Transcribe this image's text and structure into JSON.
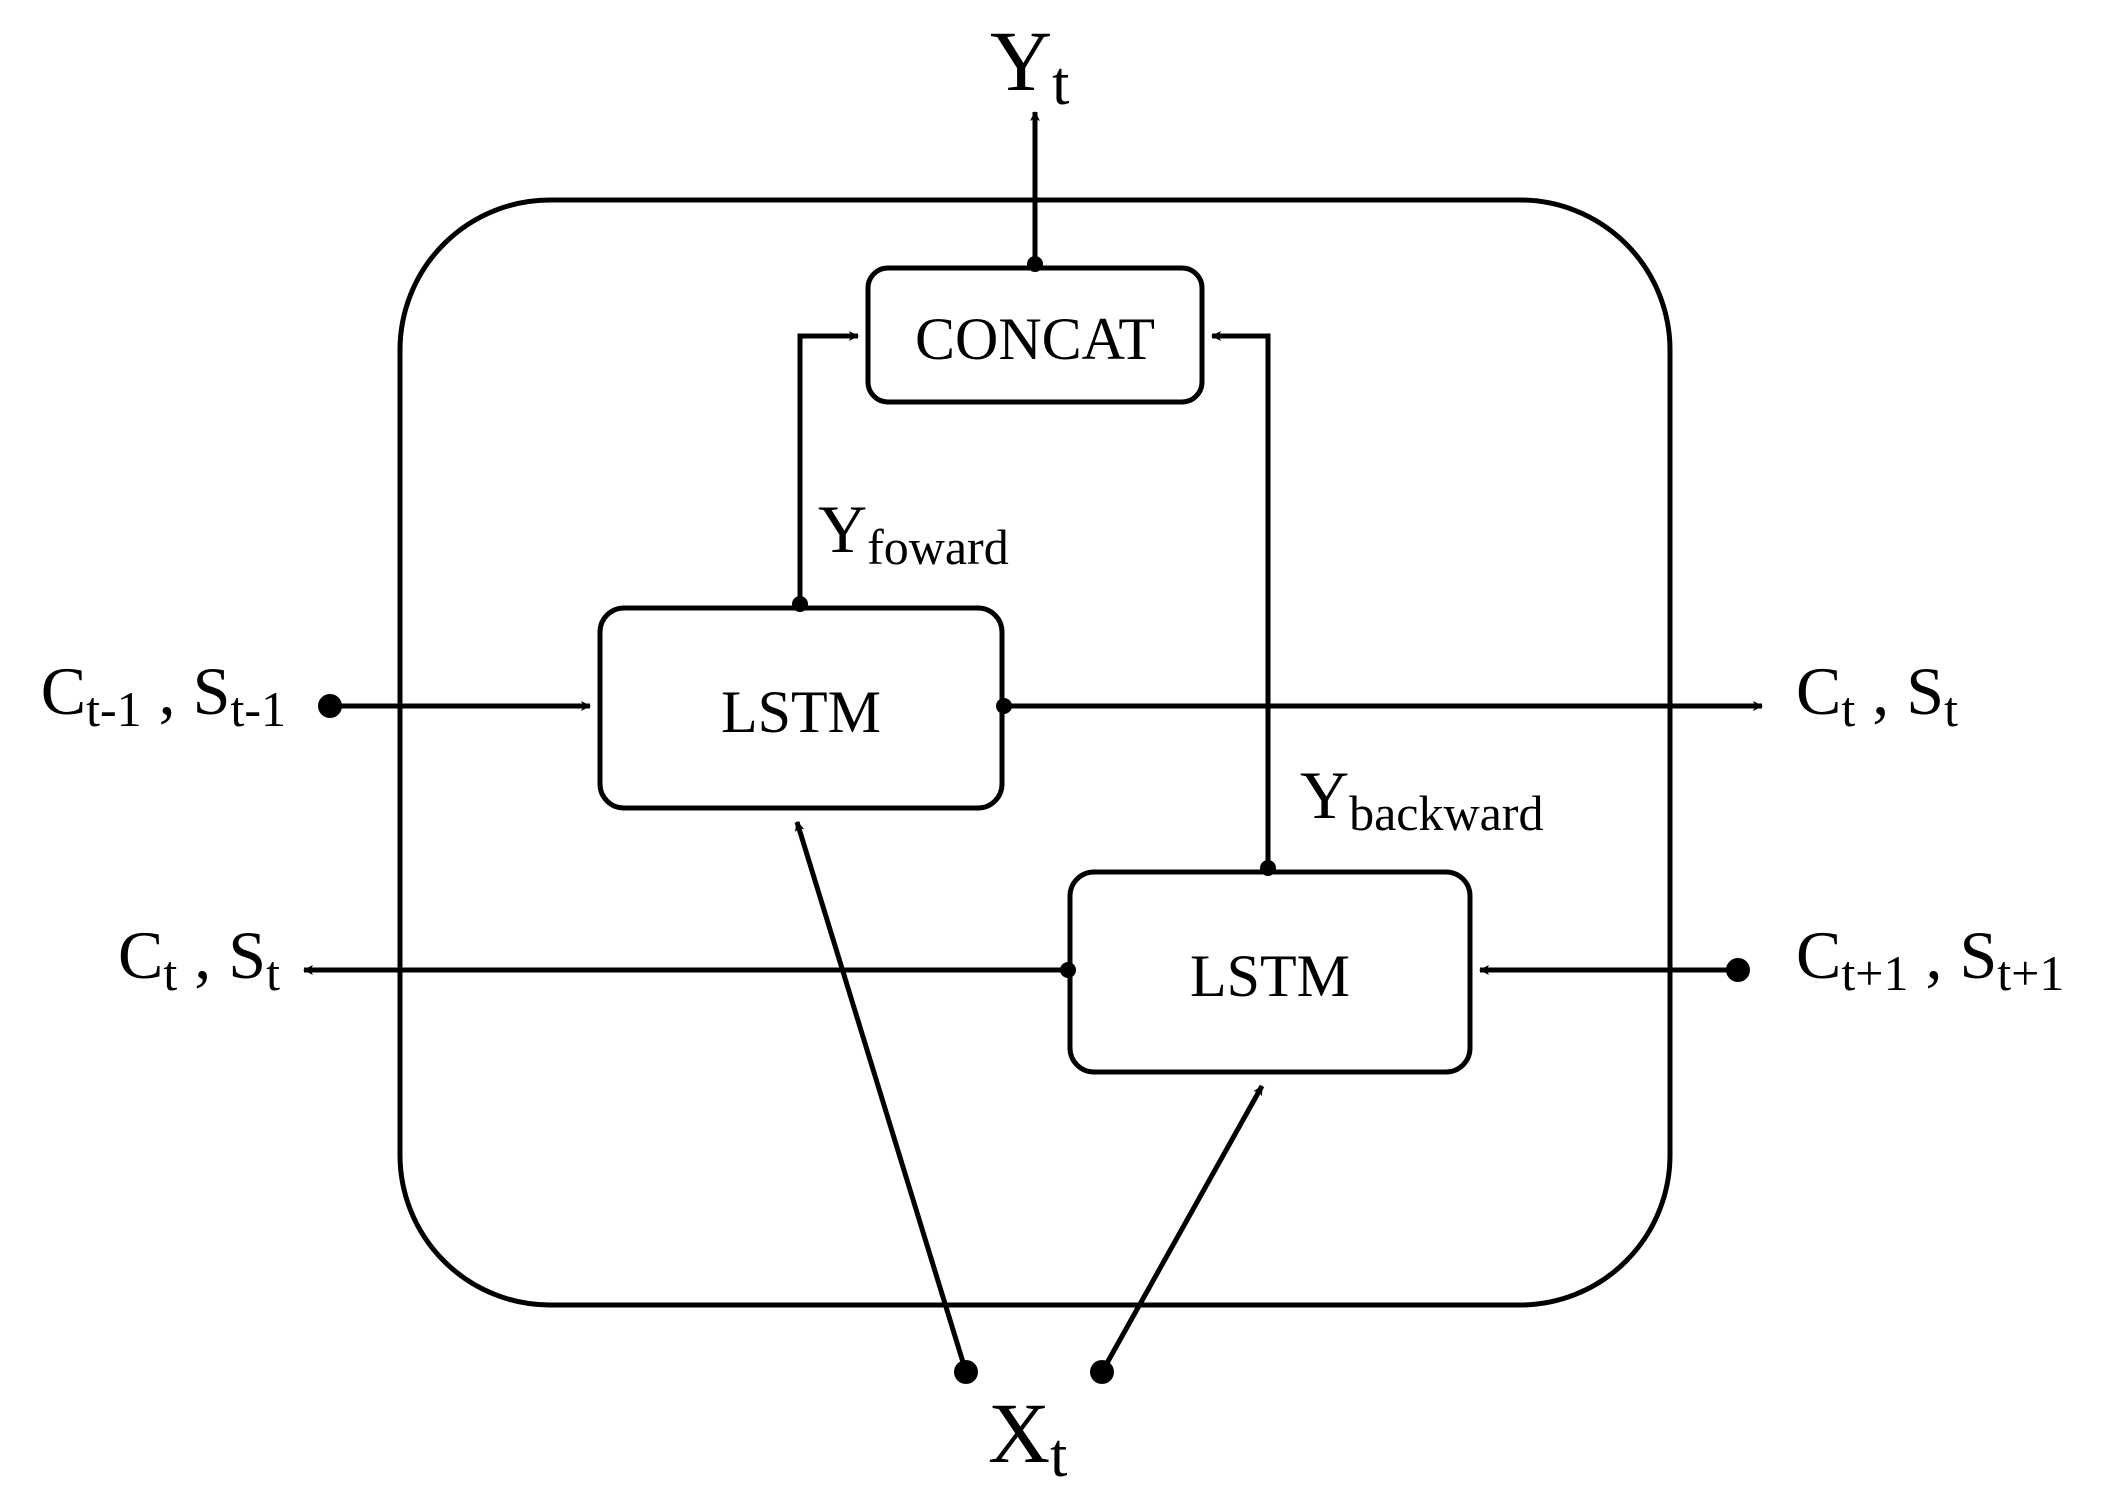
{
  "diagram": {
    "nodes": {
      "concat": "CONCAT",
      "lstm_forward": "LSTM",
      "lstm_backward": "LSTM"
    },
    "labels": {
      "y_t": {
        "base": "Y",
        "sub": "t"
      },
      "y_forward": {
        "base": "Y",
        "sub": "foward"
      },
      "y_backward": {
        "base": "Y",
        "sub": "backward"
      },
      "x_t": {
        "base": "X",
        "sub": "t"
      },
      "fwd_in": {
        "c": "C",
        "c_sub": "t-1",
        "sep": " , ",
        "s": "S",
        "s_sub": "t-1"
      },
      "fwd_out": {
        "c": "C",
        "c_sub": "t",
        "sep": " , ",
        "s": "S",
        "s_sub": "t"
      },
      "bwd_out": {
        "c": "C",
        "c_sub": "t",
        "sep": " , ",
        "s": "S",
        "s_sub": "t"
      },
      "bwd_in": {
        "c": "C",
        "c_sub": "t+1",
        "sep": " , ",
        "s": "S",
        "s_sub": "t+1"
      }
    }
  }
}
